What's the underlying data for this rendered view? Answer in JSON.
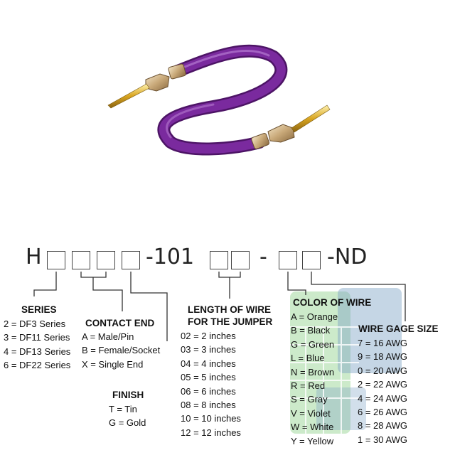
{
  "part_number": {
    "prefix": "H",
    "middle": "-101",
    "dash": "-",
    "suffix": "-ND"
  },
  "series": {
    "heading": "SERIES",
    "items": [
      "2 = DF3 Series",
      "3 = DF11 Series",
      "4 = DF13 Series",
      "6 = DF22 Series"
    ]
  },
  "contact_end": {
    "heading": "CONTACT END",
    "items": [
      "A = Male/Pin",
      "B = Female/Socket",
      "X = Single End"
    ]
  },
  "finish": {
    "heading": "FINISH",
    "items": [
      "T = Tin",
      "G = Gold"
    ]
  },
  "length": {
    "heading_line1": "LENGTH OF WIRE",
    "heading_line2": "FOR THE JUMPER",
    "items": [
      "02 = 2 inches",
      "03 = 3 inches",
      "04 = 4 inches",
      "05 = 5 inches",
      "06 = 6 inches",
      "08 = 8 inches",
      "10 = 10 inches",
      "12 = 12 inches"
    ]
  },
  "color": {
    "heading": "COLOR OF WIRE",
    "items": [
      "A = Orange",
      "B = Black",
      "G = Green",
      "L = Blue",
      "N = Brown",
      "R = Red",
      "S = Gray",
      "V = Violet",
      "W = White",
      "Y = Yellow"
    ]
  },
  "gage": {
    "heading": "WIRE GAGE SIZE",
    "items": [
      "7 = 16 AWG",
      "9 = 18 AWG",
      "0 = 20 AWG",
      "2 = 22 AWG",
      "4 = 24 AWG",
      "6 = 26 AWG",
      "8 = 28 AWG",
      "1 = 30 AWG"
    ]
  },
  "colors": {
    "wire": "#7a2a9e",
    "wire_dark": "#4d1466",
    "watermark_green": "#8fd18a",
    "watermark_blue": "#7fa3c6"
  }
}
